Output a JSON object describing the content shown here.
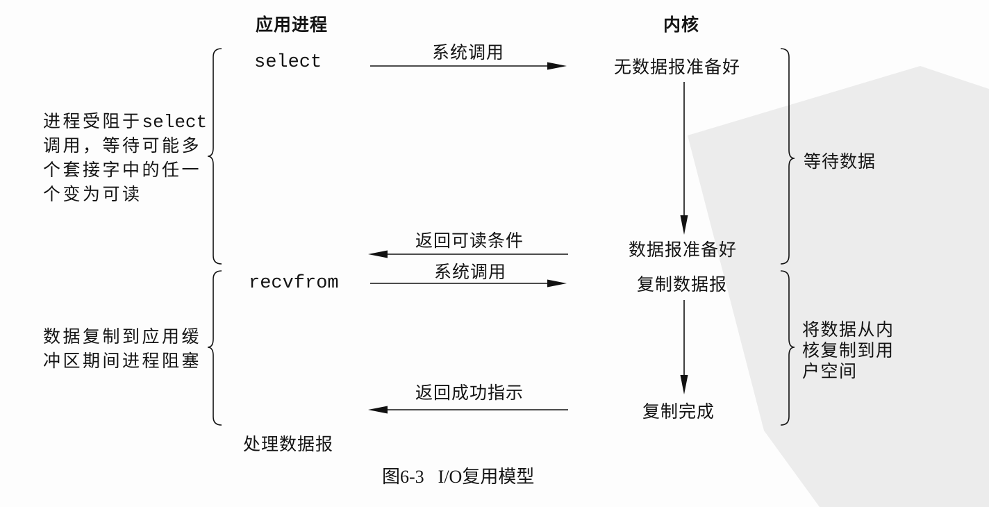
{
  "app_side": {
    "header": "应用进程",
    "select_call": "select",
    "recvfrom_call": "recvfrom",
    "process_datagram": "处理数据报",
    "select_block_note": {
      "line1_text": "进程受阻于",
      "line1_code": "select",
      "line2": "调用，等待可能多",
      "line3": "个套接字中的任一",
      "line4": "个变为可读"
    },
    "copy_block_note": [
      "数据复制到应用缓",
      "冲区期间进程阻塞"
    ]
  },
  "kernel_side": {
    "header": "内核",
    "no_datagram_ready": "无数据报准备好",
    "datagram_ready": "数据报准备好",
    "copy_datagram": "复制数据报",
    "copy_complete": "复制完成",
    "wait_phase_label": "等待数据",
    "copy_phase_label": [
      "将数据从内",
      "核复制到用",
      "户空间"
    ]
  },
  "messages": {
    "syscall_select": "系统调用",
    "return_readable": "返回可读条件",
    "syscall_recvfrom": "系统调用",
    "return_success": "返回成功指示"
  },
  "caption": {
    "figure_number": "图6-3",
    "title": "I/O复用模型"
  },
  "colors": {
    "ink": "#111111",
    "watermark": "#ececec"
  }
}
